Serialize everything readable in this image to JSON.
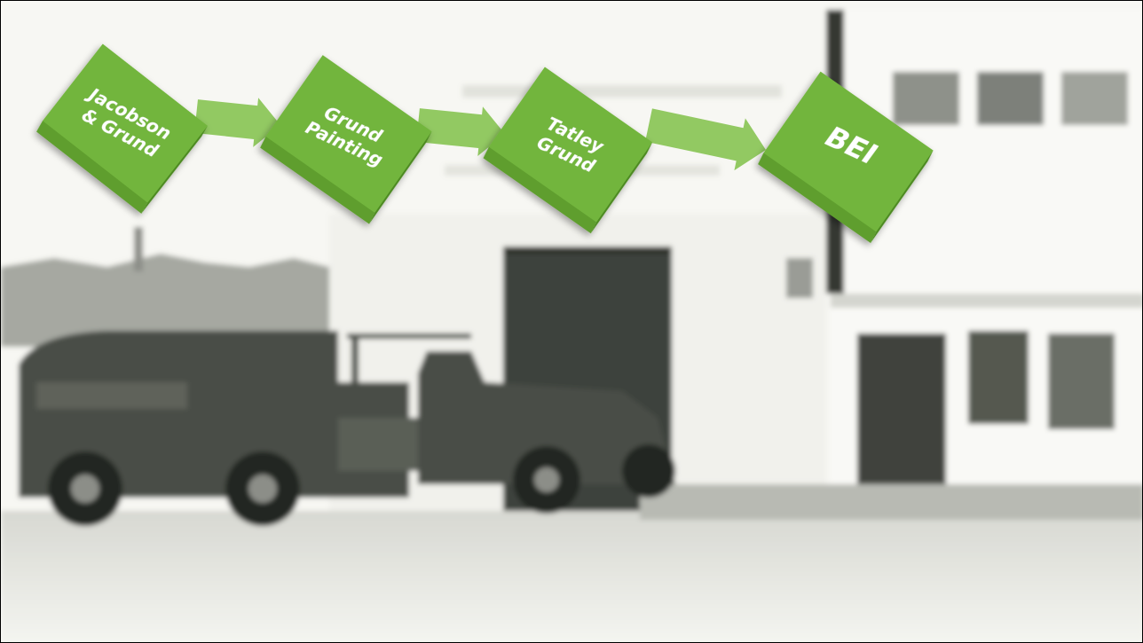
{
  "diagram": {
    "type": "process-flow",
    "nodes": [
      {
        "id": "jacobson-grund",
        "lines": [
          "Jacobson",
          "& Grund"
        ]
      },
      {
        "id": "grund-painting",
        "lines": [
          "Grund",
          "Painting"
        ]
      },
      {
        "id": "tatley-grund",
        "lines": [
          "Tatley",
          "Grund"
        ]
      },
      {
        "id": "bei",
        "lines": [
          "BEI"
        ]
      }
    ],
    "edges": [
      {
        "from": "jacobson-grund",
        "to": "grund-painting"
      },
      {
        "from": "grund-painting",
        "to": "tatley-grund"
      },
      {
        "from": "tatley-grund",
        "to": "bei"
      }
    ]
  },
  "background": {
    "subject": "vintage-photo-of-building-and-trucks"
  },
  "colors": {
    "box_top": "#72b53c",
    "box_side": "#4e8a24",
    "box_front": "#5e9e2e",
    "arrow": "#8cc65a",
    "text": "#ffffff"
  }
}
